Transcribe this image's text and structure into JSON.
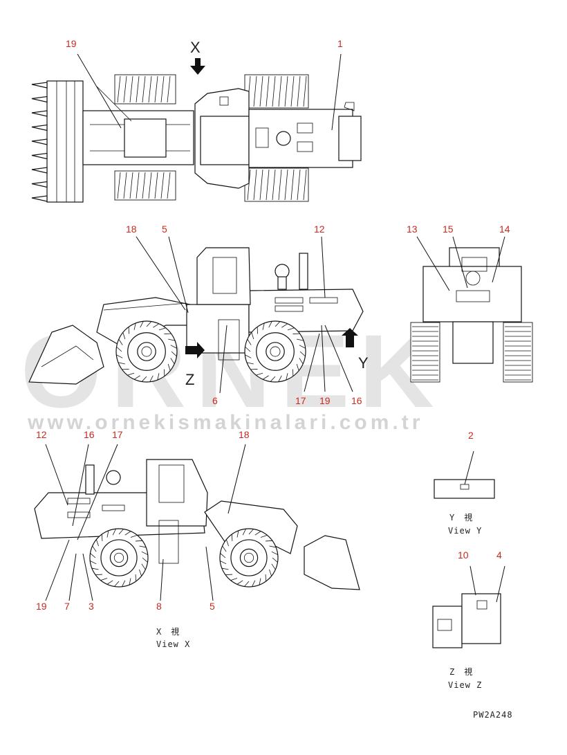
{
  "watermark": {
    "brand": "ORNEK",
    "url": "www.ornekismakinalari.com.tr"
  },
  "views": {
    "x_marker": "X",
    "y_marker": "Y",
    "z_marker": "Z",
    "view_y": {
      "jp": "Y　視",
      "en": "View Y"
    },
    "view_x": {
      "jp": "X　視",
      "en": "View X"
    },
    "view_z": {
      "jp": "Z　視",
      "en": "View Z"
    }
  },
  "callouts": {
    "top": [
      "19",
      "1"
    ],
    "side_right": [
      "18",
      "5",
      "12",
      "6",
      "17",
      "19",
      "16"
    ],
    "rear": [
      "13",
      "15",
      "14"
    ],
    "side_left": [
      "12",
      "16",
      "17",
      "18",
      "19",
      "7",
      "3",
      "8",
      "5"
    ],
    "view_y": [
      "2"
    ],
    "view_z": [
      "10",
      "4"
    ]
  },
  "drawing_code": "PW2A248",
  "colors": {
    "callout": "#c8281e",
    "line": "#111111",
    "watermark": "#e4e4e4"
  }
}
